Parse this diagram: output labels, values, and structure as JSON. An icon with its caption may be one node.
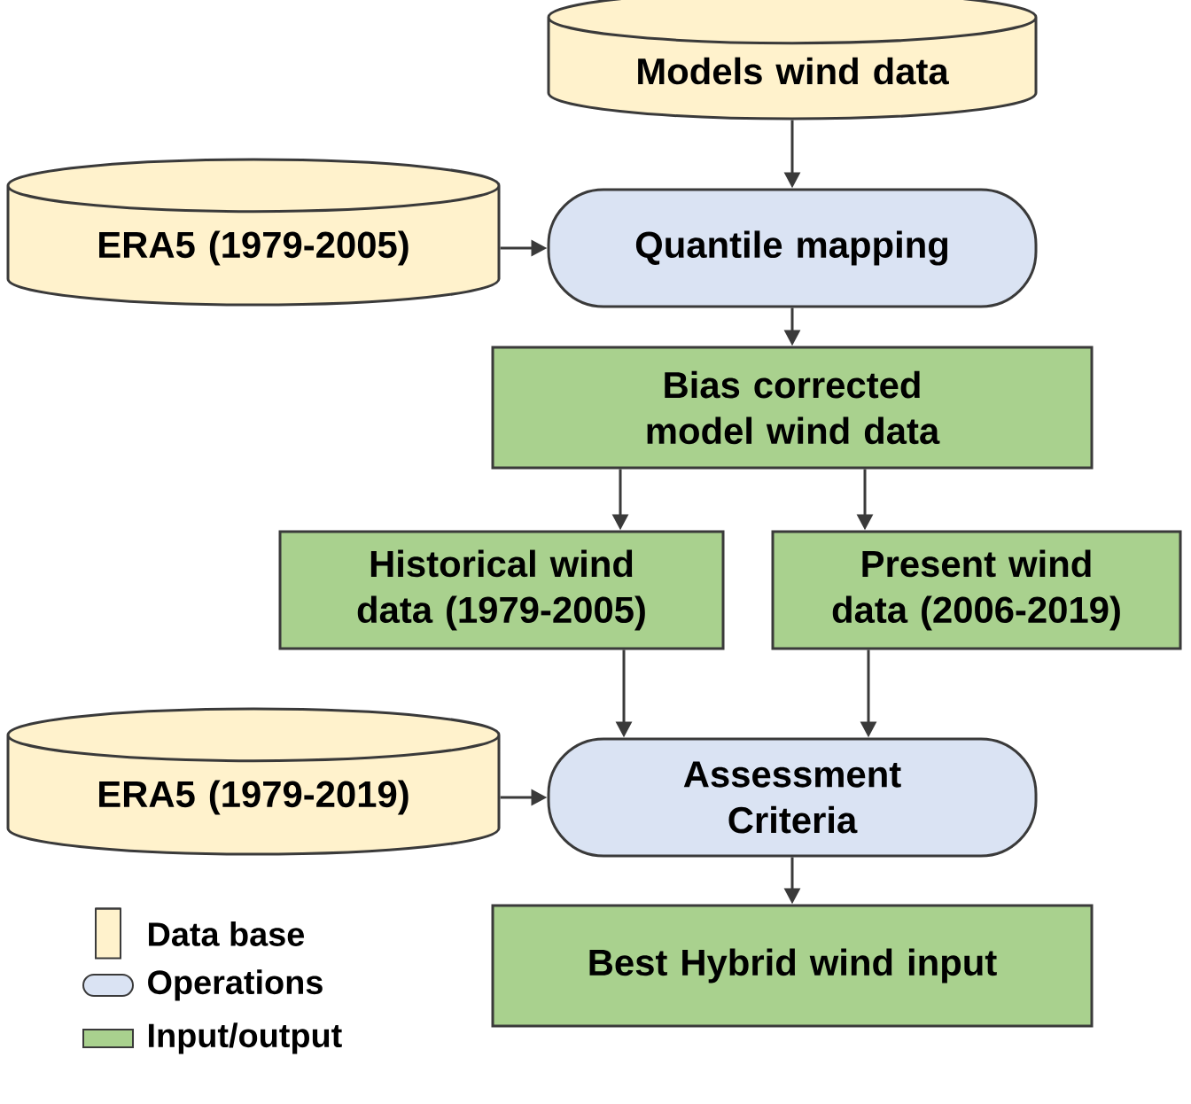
{
  "diagram": {
    "nodes": [
      {
        "text": [
          "Models wind data"
        ]
      },
      {
        "text": [
          "ERA5 (1979-2005)"
        ]
      },
      {
        "text": [
          "Quantile mapping"
        ]
      },
      {
        "text": [
          "Bias corrected model wind data"
        ]
      },
      {
        "text": [
          "Historical wind data (1979-2005)"
        ]
      },
      {
        "text": [
          "Present wind data (2006-2019)"
        ]
      },
      {
        "text": [
          "ERA5 (1979-2019)"
        ]
      },
      {
        "text": [
          "Assessment Criteria"
        ]
      },
      {
        "text": [
          "Best Hybrid wind input"
        ]
      }
    ],
    "edges": [
      {
        "from": 0,
        "to": 2,
        "arrow": "to"
      },
      {
        "from": 1,
        "to": 2,
        "arrow": "to"
      },
      {
        "from": 2,
        "to": 3,
        "arrow": "to"
      },
      {
        "from": 3,
        "to": 4,
        "arrow": "to"
      },
      {
        "from": 3,
        "to": 5,
        "arrow": "to"
      },
      {
        "from": 4,
        "to": 7,
        "arrow": "to"
      },
      {
        "from": 5,
        "to": 7,
        "arrow": "to"
      },
      {
        "from": 6,
        "to": 7,
        "arrow": "to"
      },
      {
        "from": 7,
        "to": 8,
        "arrow": "to"
      }
    ],
    "legend": [
      {
        "text": "Data base"
      },
      {
        "text": "Operations"
      },
      {
        "text": "Input/output",
        "color": "#a9d18e"
      }
    ]
  }
}
